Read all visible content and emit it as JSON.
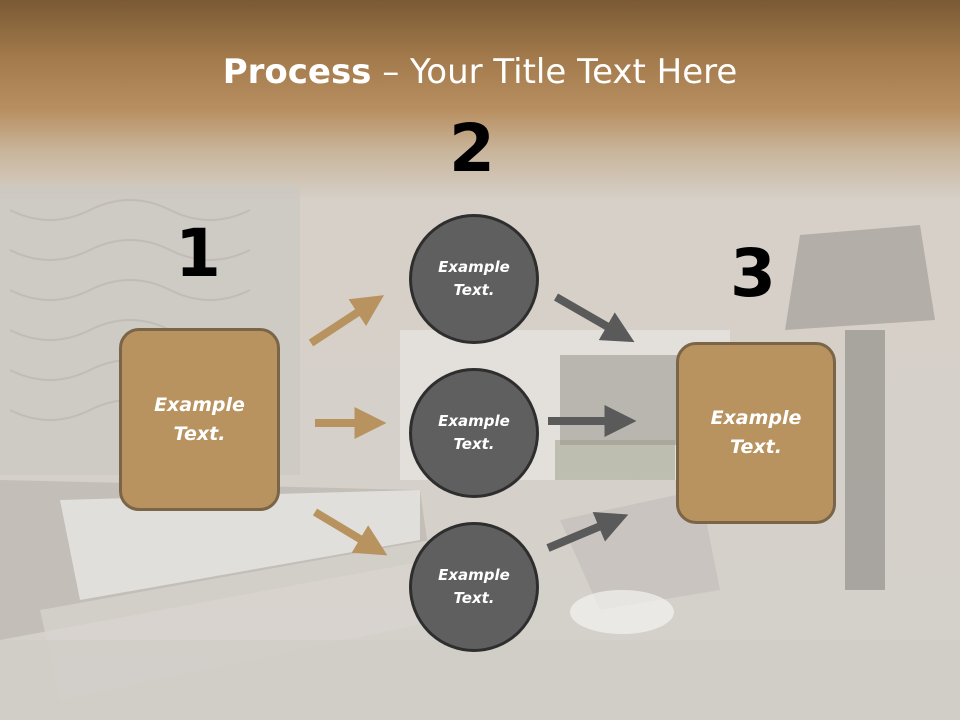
{
  "title": {
    "bold": "Process",
    "rest": " – Your Title Text Here"
  },
  "steps": {
    "n1": "1",
    "n2": "2",
    "n3": "3"
  },
  "left_box": {
    "line1": "Example",
    "line2": "Text."
  },
  "circles": [
    {
      "line1": "Example",
      "line2": "Text."
    },
    {
      "line1": "Example",
      "line2": "Text."
    },
    {
      "line1": "Example",
      "line2": "Text."
    }
  ],
  "right_box": {
    "line1": "Example",
    "line2": "Text."
  },
  "colors": {
    "box": "#b8935f",
    "circle": "#5f5f5f",
    "arrow_tan": "#b8935f",
    "arrow_gray": "#5a5a5a"
  }
}
